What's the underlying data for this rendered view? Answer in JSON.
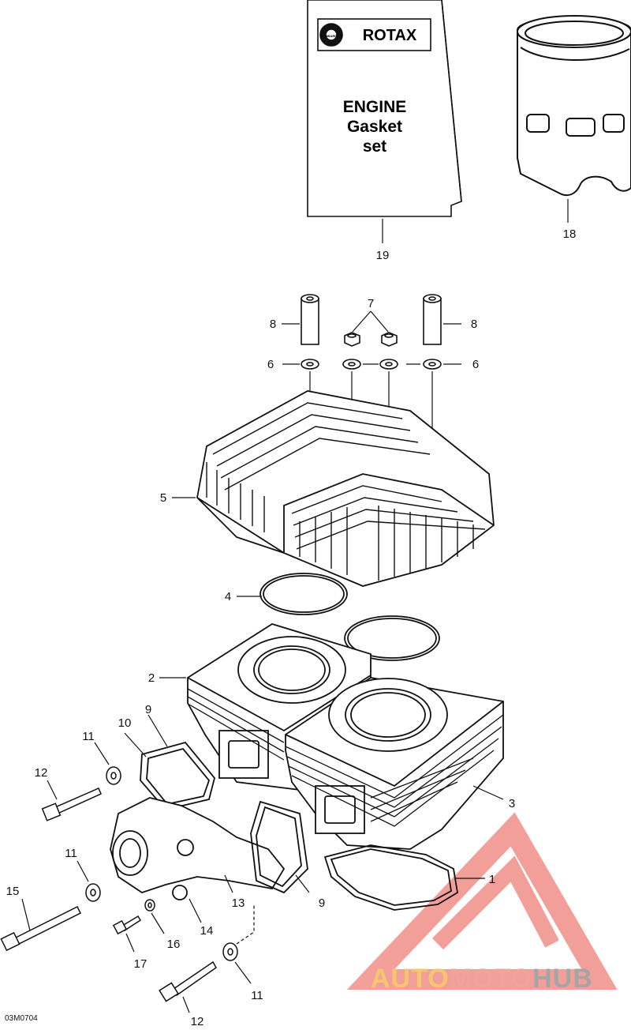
{
  "kit": {
    "brand_small": "BOMBARDIER",
    "brand": "ROTAX",
    "line1": "ENGINE",
    "line2": "Gasket",
    "line3": "set"
  },
  "callouts": [
    {
      "id": "19",
      "text": "19"
    },
    {
      "id": "18",
      "text": "18"
    },
    {
      "id": "7",
      "text": "7"
    },
    {
      "id": "8L",
      "text": "8"
    },
    {
      "id": "8R",
      "text": "8"
    },
    {
      "id": "6L",
      "text": "6"
    },
    {
      "id": "6R",
      "text": "6"
    },
    {
      "id": "5",
      "text": "5"
    },
    {
      "id": "4",
      "text": "4"
    },
    {
      "id": "2",
      "text": "2"
    },
    {
      "id": "9T",
      "text": "9"
    },
    {
      "id": "10",
      "text": "10"
    },
    {
      "id": "11T",
      "text": "11"
    },
    {
      "id": "12T",
      "text": "12"
    },
    {
      "id": "3",
      "text": "3"
    },
    {
      "id": "1",
      "text": "1"
    },
    {
      "id": "11M",
      "text": "11"
    },
    {
      "id": "15",
      "text": "15"
    },
    {
      "id": "13",
      "text": "13"
    },
    {
      "id": "9B",
      "text": "9"
    },
    {
      "id": "14",
      "text": "14"
    },
    {
      "id": "16",
      "text": "16"
    },
    {
      "id": "17",
      "text": "17"
    },
    {
      "id": "11B",
      "text": "11"
    },
    {
      "id": "12B",
      "text": "12"
    }
  ],
  "figure_code": "03M0704",
  "watermark": {
    "part1": "AUTO",
    "part2": "MOTO",
    "part3": "HUB"
  },
  "colors": {
    "line": "#111111",
    "watermark_red": "#f08078",
    "watermark_gold": "#f6c56f"
  }
}
